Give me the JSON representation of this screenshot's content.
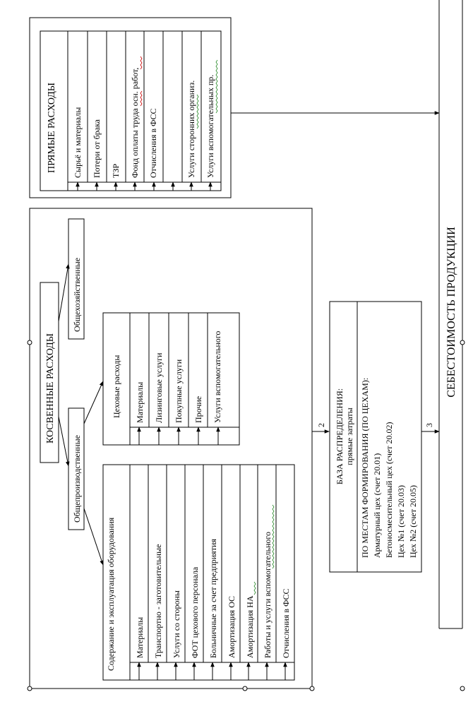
{
  "direct_costs": {
    "title": "ПРЯМЫЕ РАСХОДЫ",
    "items": [
      "Сырьё и материалы",
      "Потери от брака",
      "ТЗР",
      "Фонд оплаты труда осн. работ,",
      "Отчисления в ФСС",
      "",
      "Услуги сторонних организ.",
      "Услуги вспомогательных  пр."
    ]
  },
  "indirect_costs": {
    "title": "КОСВЕННЫЕ РАСХОДЫ",
    "general_business": "Общехозяйственные",
    "general_production": "Общепроизводственные",
    "workshop": {
      "title": "Цеховые расходы",
      "items": [
        "Материалы",
        "Лизинговые услуги",
        "Покупные услуги",
        "Прочие",
        "Услуги вспомогательного"
      ]
    },
    "equipment": {
      "title": "Содержание и эксплуатация  оборудования",
      "items": [
        "Материалы",
        "Транспортно - заготовительные",
        "Услуги со стороны",
        "ФОТ цехового персонала",
        "Больничные за счет предприятия",
        "Амортизация ОС",
        "Амортизация НА",
        "Работы и услуги вспомогательного",
        "Отчисления в ФСС"
      ]
    }
  },
  "allocation_base": {
    "line1": "БАЗА РАСПРЕДЕЛЕНИЯ:",
    "line2": "прямые затраты",
    "line3": "ПО МЕСТАМ ФОРМИРОВАНИЯ (ПО ЦЕХАМ):",
    "shops": [
      "Арматурный цех (счет 20.01)",
      "Бетоносмесительный цех (счет 20.02)",
      "Цех №1  (счет 20.03)",
      "Цех №2 (счет 20.05)"
    ]
  },
  "arrow_labels": {
    "to_base": "2",
    "to_cost": "3"
  },
  "result": {
    "title": "СЕБЕСТОИМОСТЬ ПРОДУКЦИИ"
  }
}
